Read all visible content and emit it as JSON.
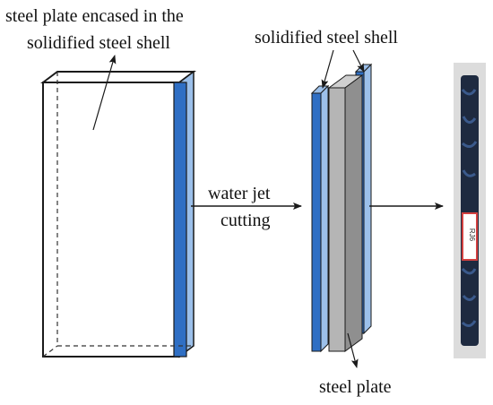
{
  "labels": {
    "encased_line1": "steel plate encased in the",
    "encased_line2": "solidified steel shell",
    "shell_label": "solidified steel shell",
    "process_line1": "water jet",
    "process_line2": "cutting",
    "plate_label": "steel plate"
  },
  "colors": {
    "shell_front": "#2f6fc4",
    "shell_side": "#9cc0ea",
    "plate_face": "#b5b5b5",
    "plate_side": "#8f8f8f",
    "outline": "#1a1a1a",
    "photo_background": "#dcdcdc",
    "sample_dark": "#1e2a40",
    "sample_highlight": "#3b5a8c",
    "tag_border": "#d24040"
  },
  "photo": {
    "tag_text": "RJ6"
  }
}
